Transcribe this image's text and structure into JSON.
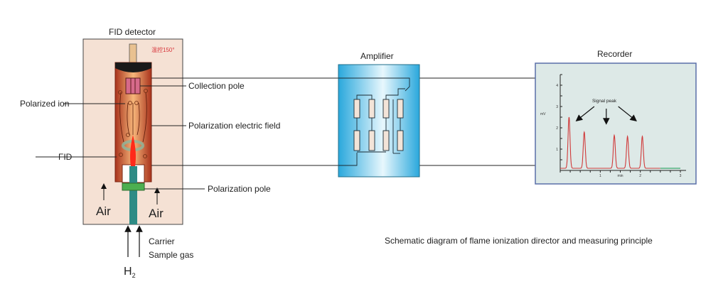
{
  "diagram": {
    "caption": "Schematic diagram of flame ionization director and measuring principle",
    "detector": {
      "title": "FID detector",
      "temp_label": "温控150°",
      "labels": {
        "polarized_ion": "Polarized ion",
        "fid": "FID",
        "collection_pole": "Collection pole",
        "polarization_field": "Polarization electric field",
        "polarization_pole": "Polarization pole",
        "air_left": "Air",
        "air_right": "Air",
        "carrier": "Carrier",
        "sample_gas": "Sample gas",
        "h2": "H",
        "h2_sub": "2"
      }
    },
    "amplifier": {
      "title": "Amplifier"
    },
    "recorder": {
      "title": "Recorder",
      "annotation": "Signal peak",
      "colors": {
        "signal": "#d03a3a",
        "baseline_tail": "#3aa76d",
        "background": "#dde9e7",
        "border": "#5a6fa8"
      }
    },
    "colors": {
      "detector_bg": "#f5e1d4",
      "chamber": "#c0452a",
      "collection_pole": "#d66a8a",
      "polarization_pole": "#4caf50",
      "gas_tube": "#2e8b85",
      "amplifier": "#59c5ea"
    }
  },
  "chart_data": {
    "type": "line",
    "title": "Recorder",
    "xlabel": "min",
    "ylabel": "mV",
    "xlim": [
      0,
      3
    ],
    "ylim": [
      0,
      4.5
    ],
    "x_ticks": [
      "1",
      "2",
      "3"
    ],
    "y_ticks": [
      "1",
      "2",
      "3",
      "4"
    ],
    "annotations": [
      "Signal peak"
    ],
    "series": [
      {
        "name": "signal",
        "peaks": [
          {
            "x": 0.22,
            "height": 2.4
          },
          {
            "x": 0.6,
            "height": 1.7
          },
          {
            "x": 1.35,
            "height": 1.55
          },
          {
            "x": 1.68,
            "height": 1.5
          },
          {
            "x": 2.05,
            "height": 1.5
          }
        ],
        "baseline": 0.1,
        "x_end": 2.5
      }
    ]
  }
}
